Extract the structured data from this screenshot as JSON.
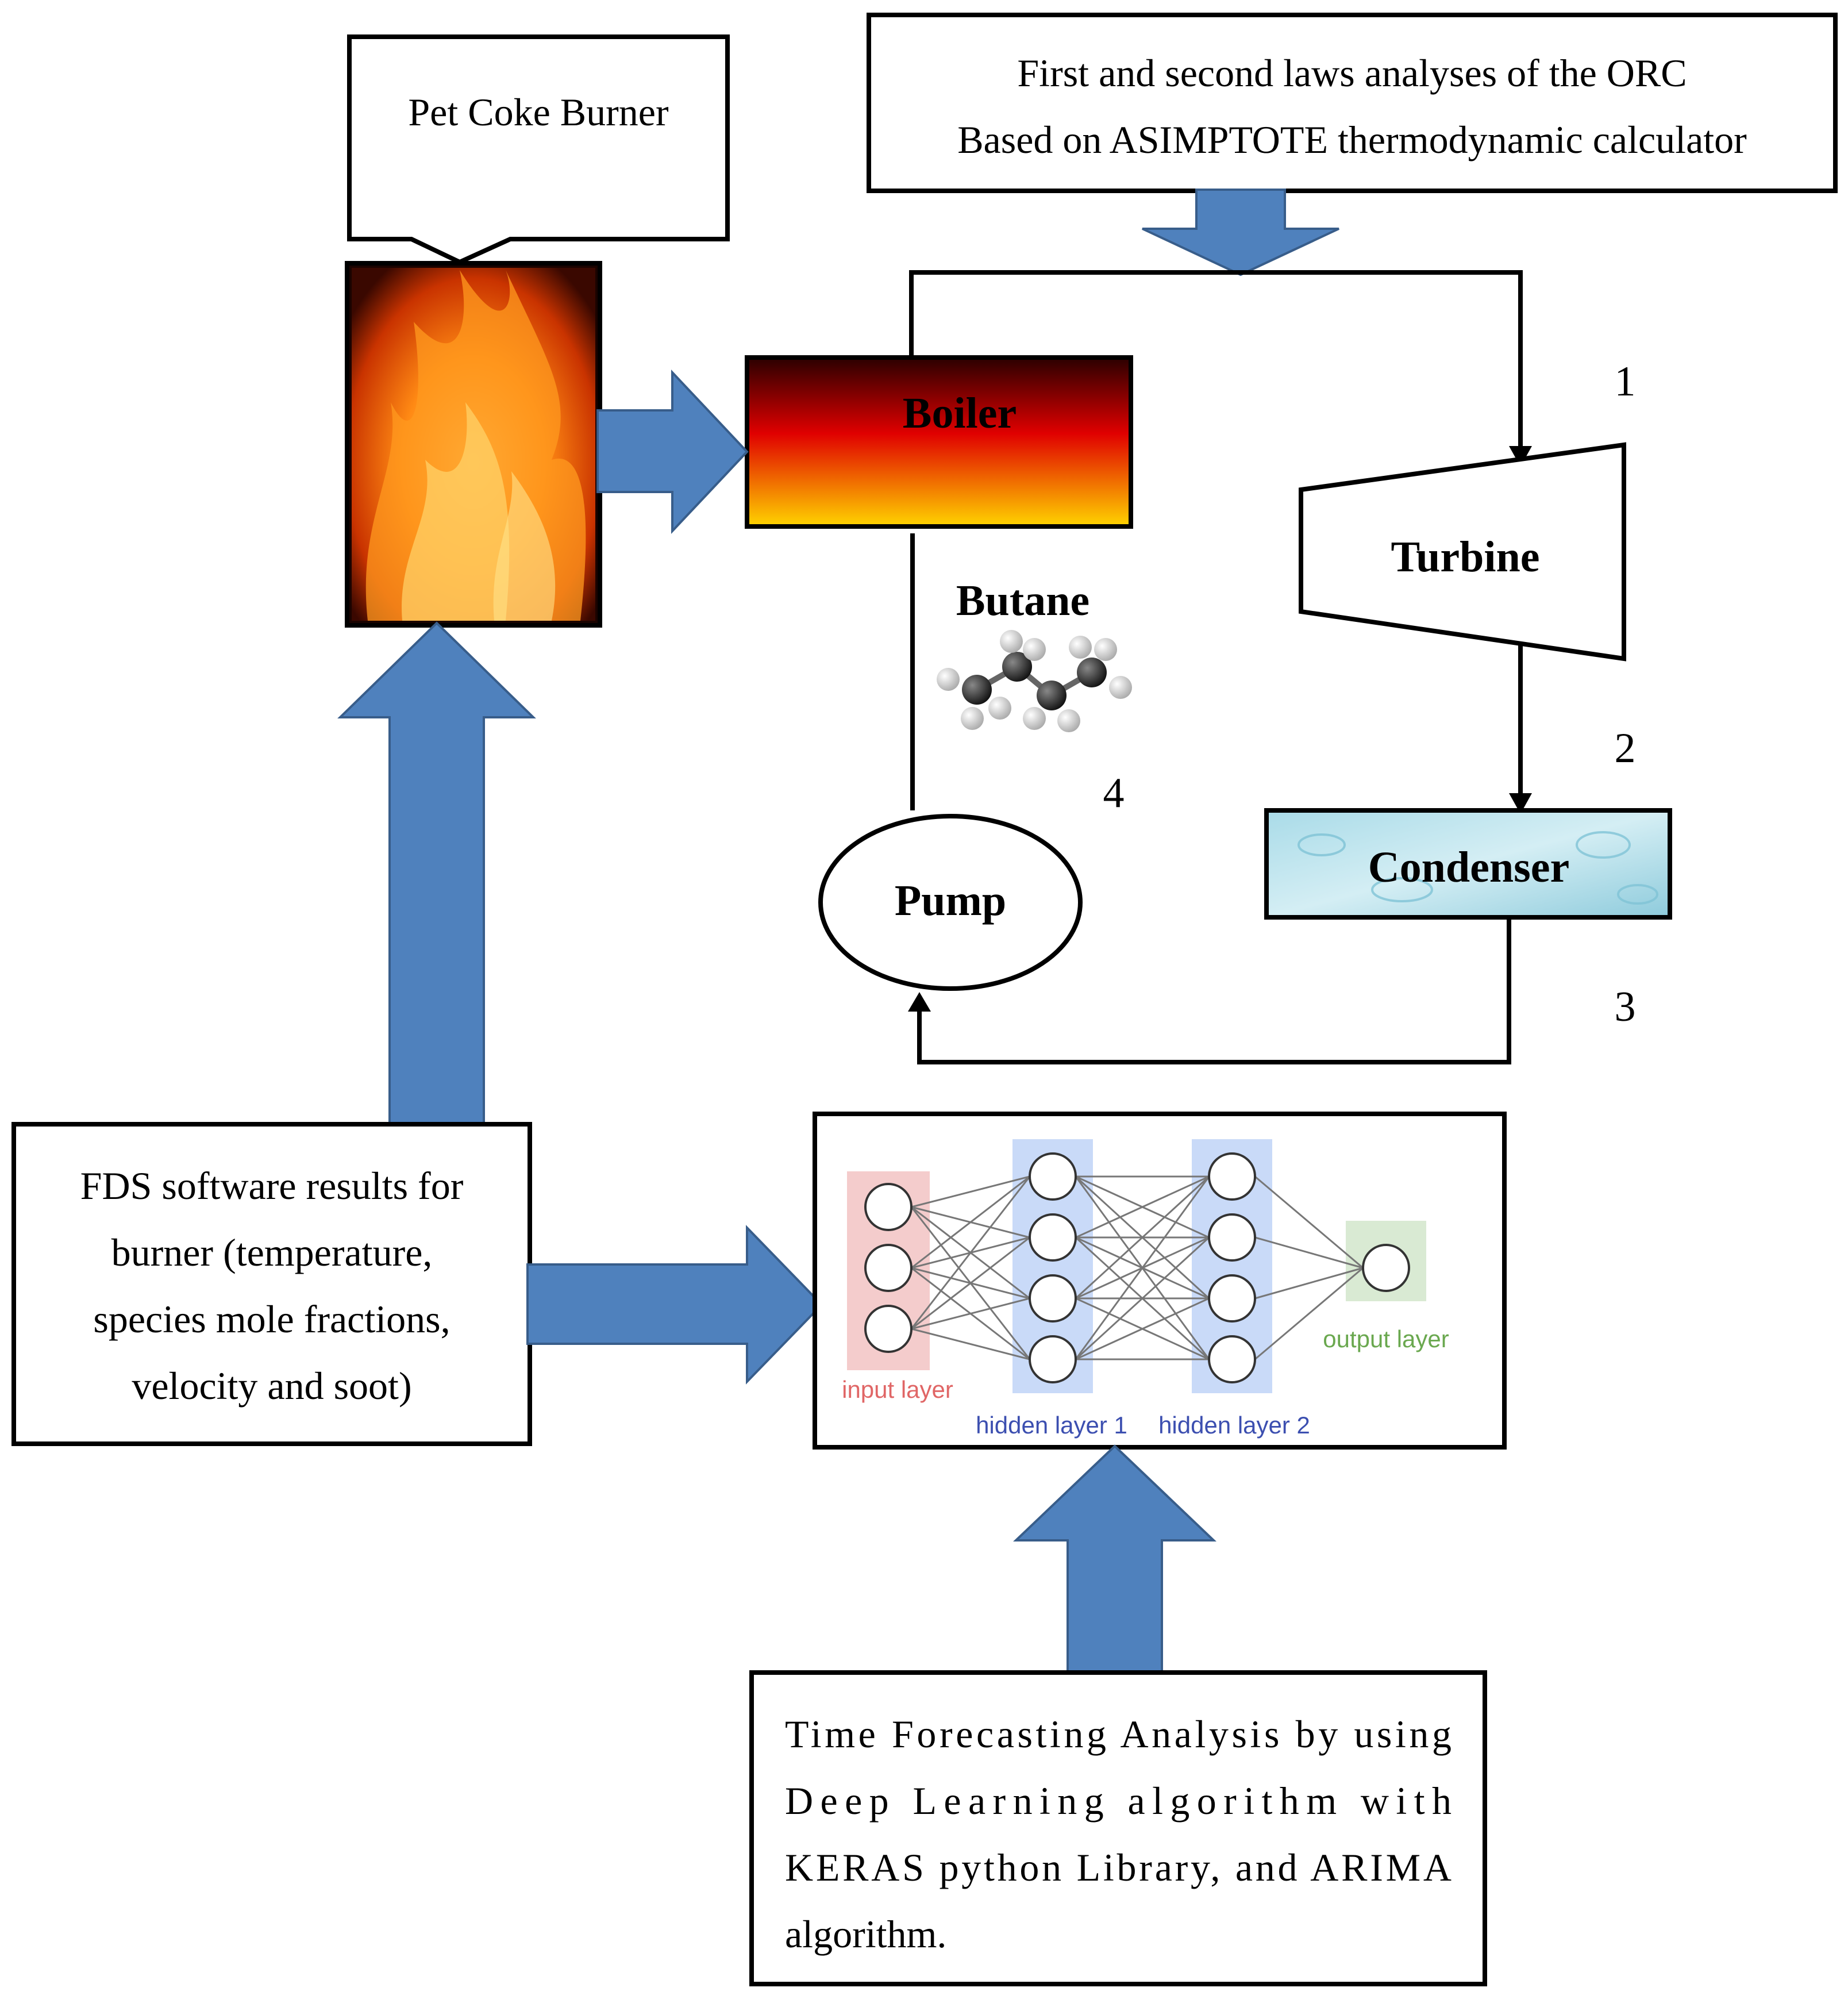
{
  "boxes": {
    "pet_coke_burner": "Pet Coke Burner",
    "analysis": {
      "line1": "First and second laws analyses of the ORC",
      "line2": "Based on ASIMPTOTE thermodynamic calculator"
    },
    "fds": {
      "line1": "FDS software results for",
      "line2": "burner (temperature,",
      "line3": "species mole fractions,",
      "line4": "velocity and soot)"
    },
    "forecasting": {
      "line1": "Time Forecasting Analysis by using",
      "line2": "Deep Learning algorithm with",
      "line3": "KERAS python Library, and ARIMA",
      "line4": "algorithm."
    }
  },
  "cycle": {
    "boiler": "Boiler",
    "turbine": "Turbine",
    "condenser": "Condenser",
    "pump": "Pump",
    "fluid": "Butane",
    "state_points": [
      "1",
      "2",
      "3",
      "4"
    ]
  },
  "neural_network": {
    "input_label": "input layer",
    "hidden1_label": "hidden layer 1",
    "hidden2_label": "hidden layer 2",
    "output_label": "output layer",
    "layer_sizes": [
      3,
      4,
      4,
      1
    ]
  },
  "colors": {
    "arrow_fill": "#4f81bd",
    "arrow_stroke": "#385d8a",
    "input_layer": "#f4cccc",
    "hidden_layer": "#c9daf8",
    "output_layer": "#d9ead3",
    "input_text": "#e06666",
    "hidden_text": "#3c4fb0",
    "output_text": "#6aa84f"
  }
}
